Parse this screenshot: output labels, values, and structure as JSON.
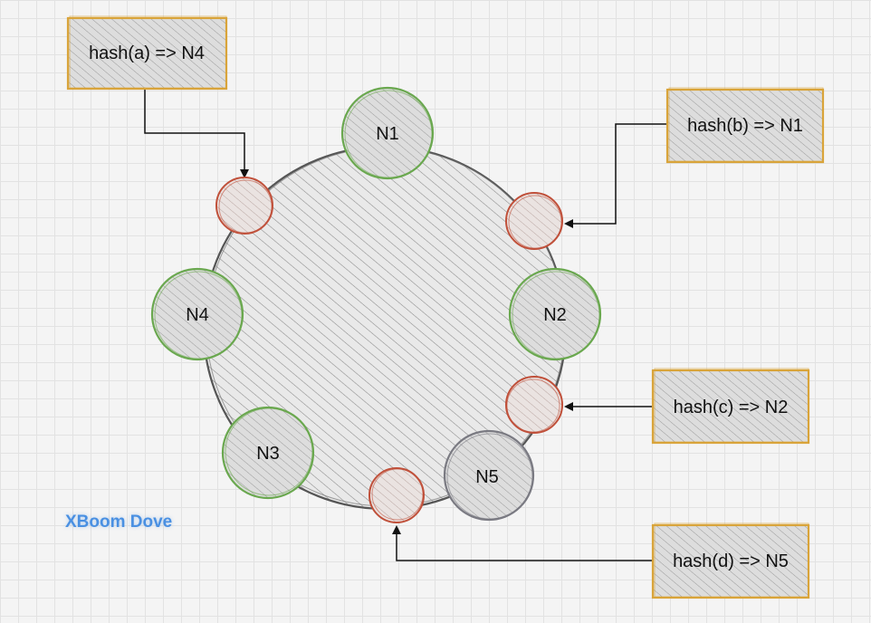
{
  "nodes": [
    {
      "label": "N1",
      "color": "#6aa84f"
    },
    {
      "label": "N2",
      "color": "#6aa84f"
    },
    {
      "label": "N3",
      "color": "#6aa84f"
    },
    {
      "label": "N4",
      "color": "#6aa84f"
    },
    {
      "label": "N5",
      "color": "#7a7a82"
    }
  ],
  "hash_boxes": [
    {
      "label": "hash(a) => N4"
    },
    {
      "label": "hash(b) => N1"
    },
    {
      "label": "hash(c) => N2"
    },
    {
      "label": "hash(d) => N5"
    }
  ],
  "watermark": "XBoom Dove",
  "colors": {
    "ring": "#555555",
    "node_green": "#6aa84f",
    "node_gray": "#7a7a82",
    "hash_point": "#c0503a",
    "box_border": "#d9a43a",
    "watermark": "#4a90e2"
  }
}
